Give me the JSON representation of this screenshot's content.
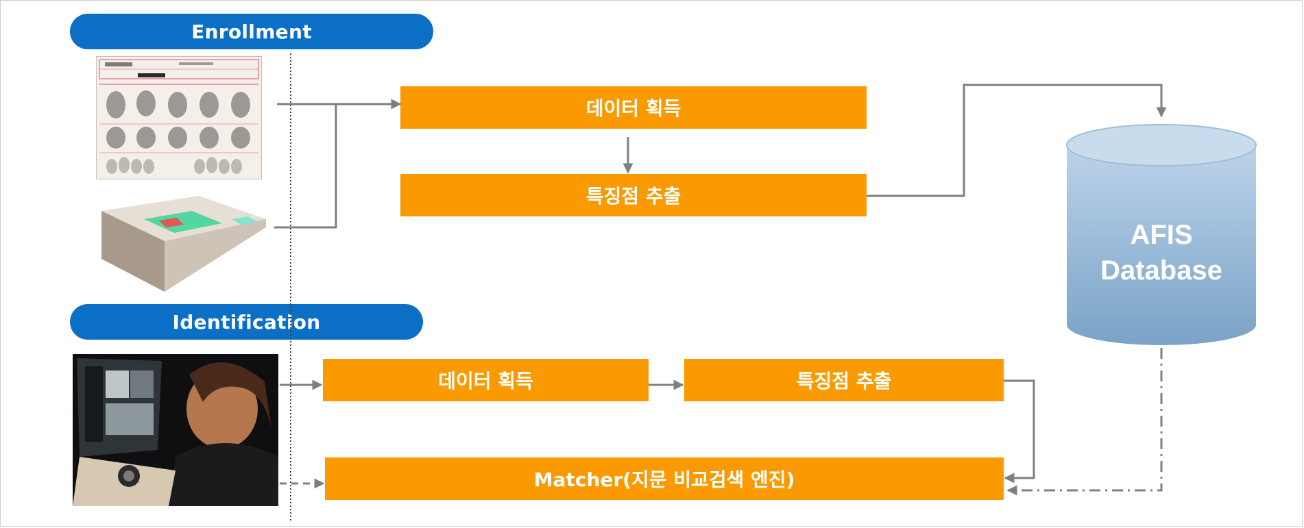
{
  "enrollment": {
    "label": "Enrollment",
    "acquire": "데이터 획득",
    "extract": "특징점 추출"
  },
  "identification": {
    "label": "Identification",
    "acquire": "데이터 획득",
    "extract": "특징점 추출",
    "matcher": "Matcher(지문 비교검색 엔진)"
  },
  "database": {
    "line1": "AFIS",
    "line2": "Database"
  },
  "colors": {
    "pill": "#0c6fc6",
    "box": "#fb9a00",
    "connector": "#7f7f7f",
    "cylinder_top": "#c9dcee",
    "cylinder_bottom": "#7ea7cb"
  }
}
